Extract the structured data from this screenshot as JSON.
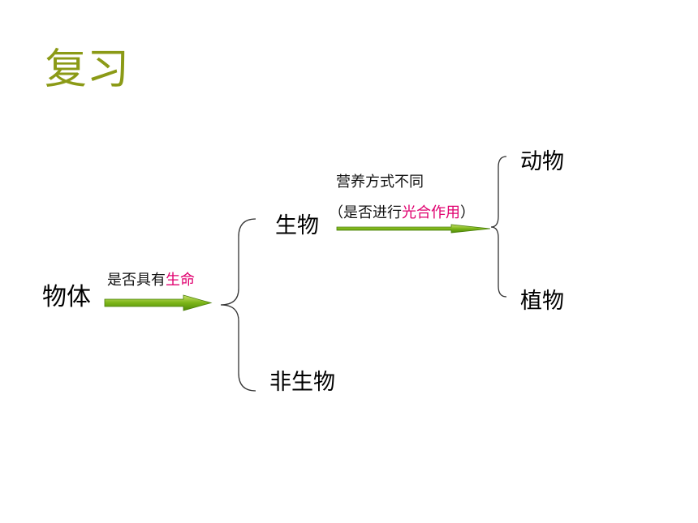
{
  "slide": {
    "title": "复习"
  },
  "diagram": {
    "root": "物体",
    "split1": {
      "label_prefix": "是否具有",
      "label_highlight": "生命",
      "branches": [
        "生物",
        "非生物"
      ]
    },
    "split2": {
      "label_line1": "营养方式不同",
      "label_open": "（是否进行",
      "label_highlight": "光合作用",
      "label_close": "）",
      "branches": [
        "动物",
        "植物"
      ]
    }
  },
  "colors": {
    "title": "#8b9a16",
    "highlight": "#e0006f",
    "arrow_fill": "#6aa80e",
    "bracket": "#333333"
  }
}
